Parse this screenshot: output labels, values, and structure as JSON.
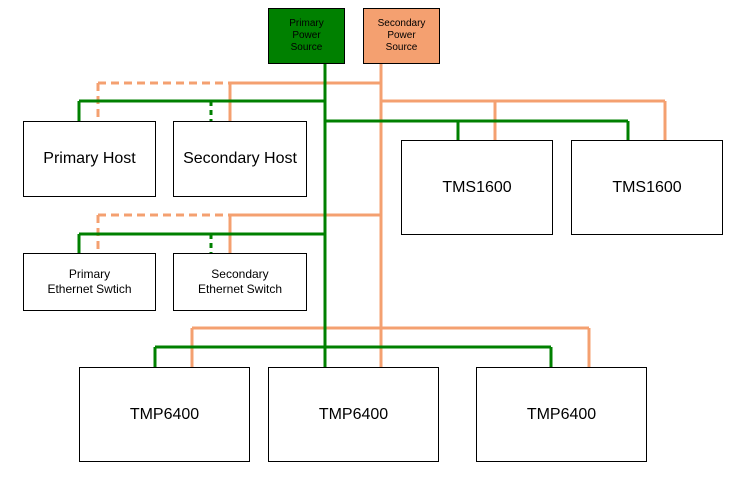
{
  "colors": {
    "primary": "#008000",
    "secondary": "#f4a070"
  },
  "sources": {
    "primary": "Primary\nPower\nSource",
    "secondary": "Secondary\nPower\nSource"
  },
  "hosts": {
    "primary": "Primary Host",
    "secondary": "Secondary Host"
  },
  "tms": [
    "TMS1600",
    "TMS1600"
  ],
  "switches": {
    "primary": "Primary\nEthernet Swtich",
    "secondary": "Secondary\nEthernet Switch"
  },
  "tmp": [
    "TMP6400",
    "TMP6400",
    "TMP6400"
  ]
}
